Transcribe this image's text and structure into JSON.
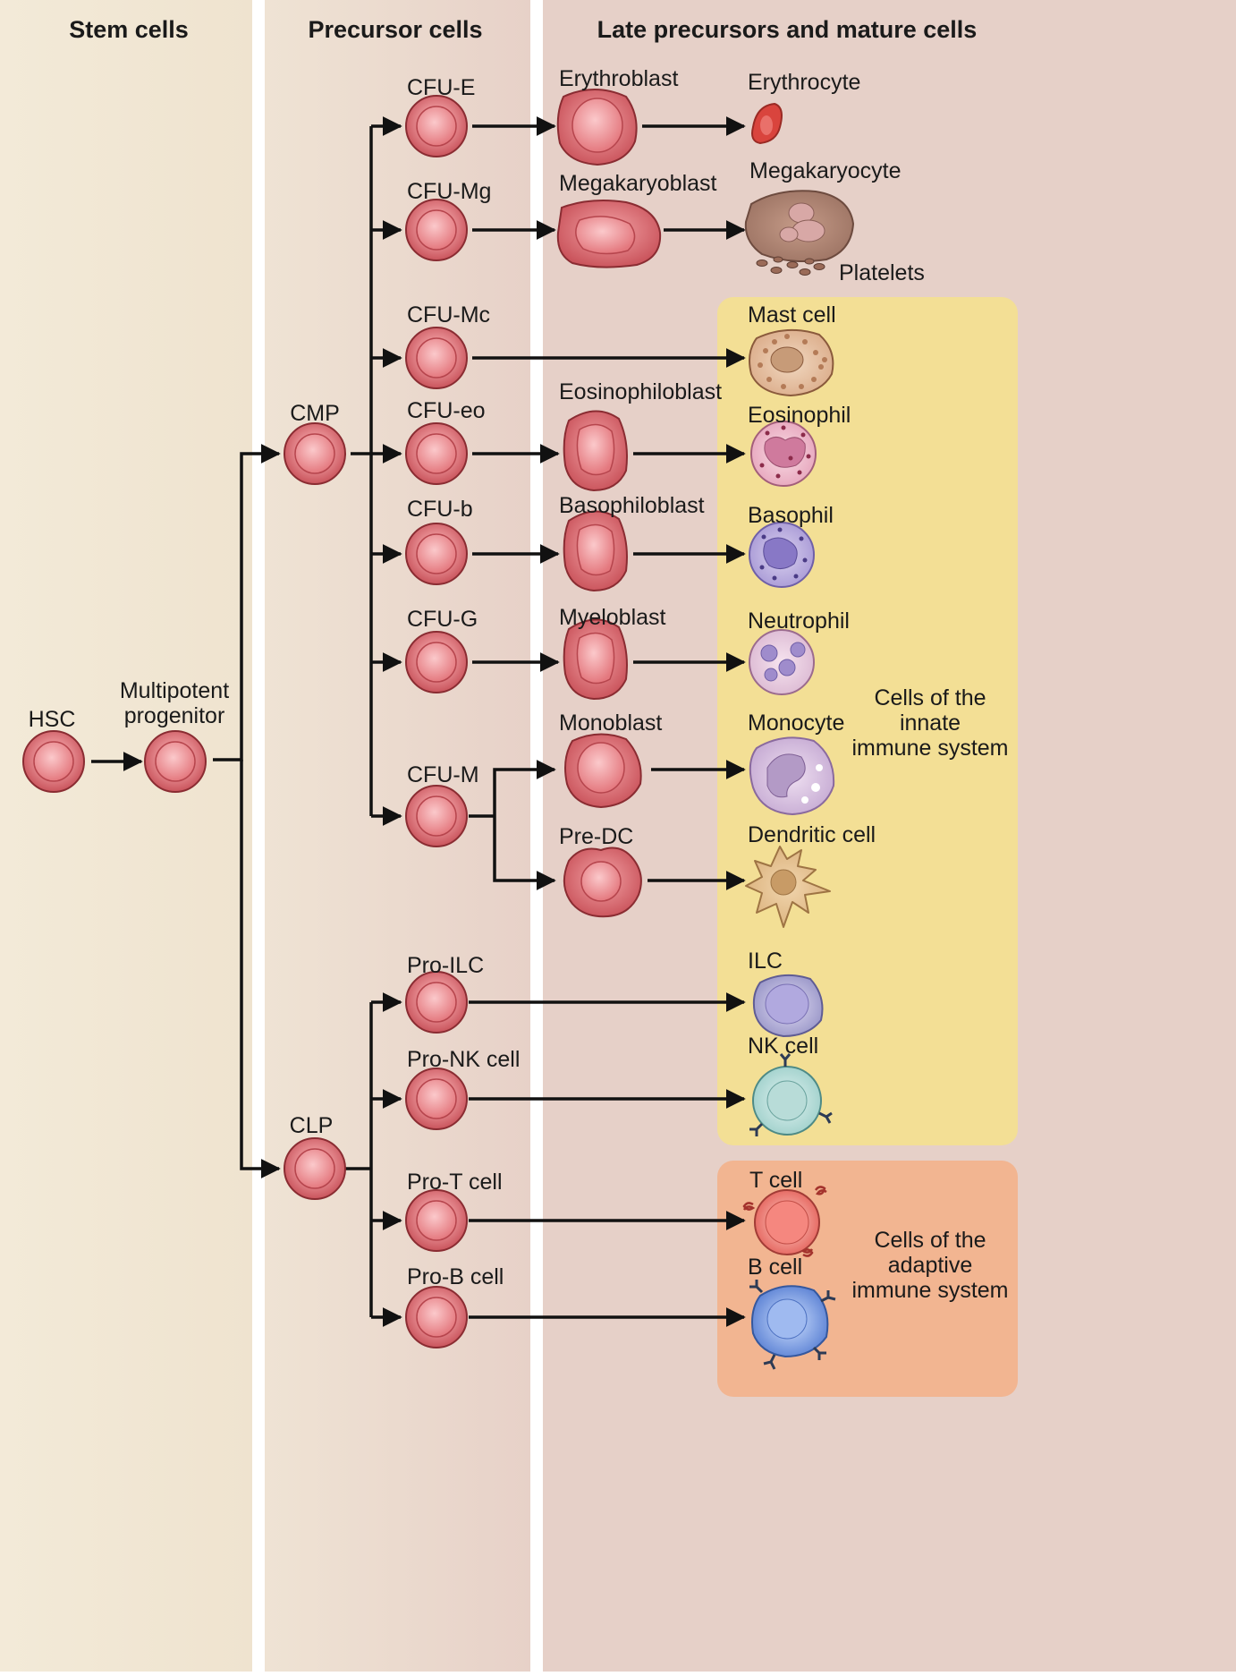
{
  "columns": {
    "stem": "Stem cells",
    "precursor": "Precursor cells",
    "late": "Late precursors and mature cells"
  },
  "stem": {
    "hsc": "HSC",
    "mpp_line1": "Multipotent",
    "mpp_line2": "progenitor"
  },
  "progenitors": {
    "cmp": "CMP",
    "clp": "CLP"
  },
  "precursors": {
    "cfu_e": "CFU-E",
    "cfu_mg": "CFU-Mg",
    "cfu_mc": "CFU-Mc",
    "cfu_eo": "CFU-eo",
    "cfu_b": "CFU-b",
    "cfu_g": "CFU-G",
    "cfu_m": "CFU-M",
    "pro_ilc": "Pro-ILC",
    "pro_nk": "Pro-NK cell",
    "pro_t": "Pro-T cell",
    "pro_b": "Pro-B cell"
  },
  "late_precursors": {
    "erythroblast": "Erythroblast",
    "megakaryoblast": "Megakaryoblast",
    "eosinophiloblast": "Eosinophiloblast",
    "basophiloblast": "Basophiloblast",
    "myeloblast": "Myeloblast",
    "monoblast": "Monoblast",
    "pre_dc": "Pre-DC"
  },
  "mature": {
    "erythrocyte": "Erythrocyte",
    "megakaryocyte": "Megakaryocyte",
    "platelets": "Platelets",
    "mast": "Mast cell",
    "eosinophil": "Eosinophil",
    "basophil": "Basophil",
    "neutrophil": "Neutrophil",
    "monocyte": "Monocyte",
    "dendritic": "Dendritic cell",
    "ilc": "ILC",
    "nk": "NK cell",
    "t_cell": "T cell",
    "b_cell": "B cell"
  },
  "groups": {
    "innate_line1": "Cells of the",
    "innate_line2": "innate",
    "innate_line3": "immune system",
    "adaptive_line1": "Cells of the",
    "adaptive_line2": "adaptive",
    "adaptive_line3": "immune system"
  },
  "colors": {
    "stem_bg": "#f2e8d6",
    "precursor_bg": "#ead8cb",
    "late_bg": "#e6d0c8",
    "innate_box": "#f3df95",
    "adaptive_box": "#f2b591",
    "cell_fill": "#d9696f",
    "cell_stroke": "#8a2c32",
    "arrow": "#111111"
  }
}
